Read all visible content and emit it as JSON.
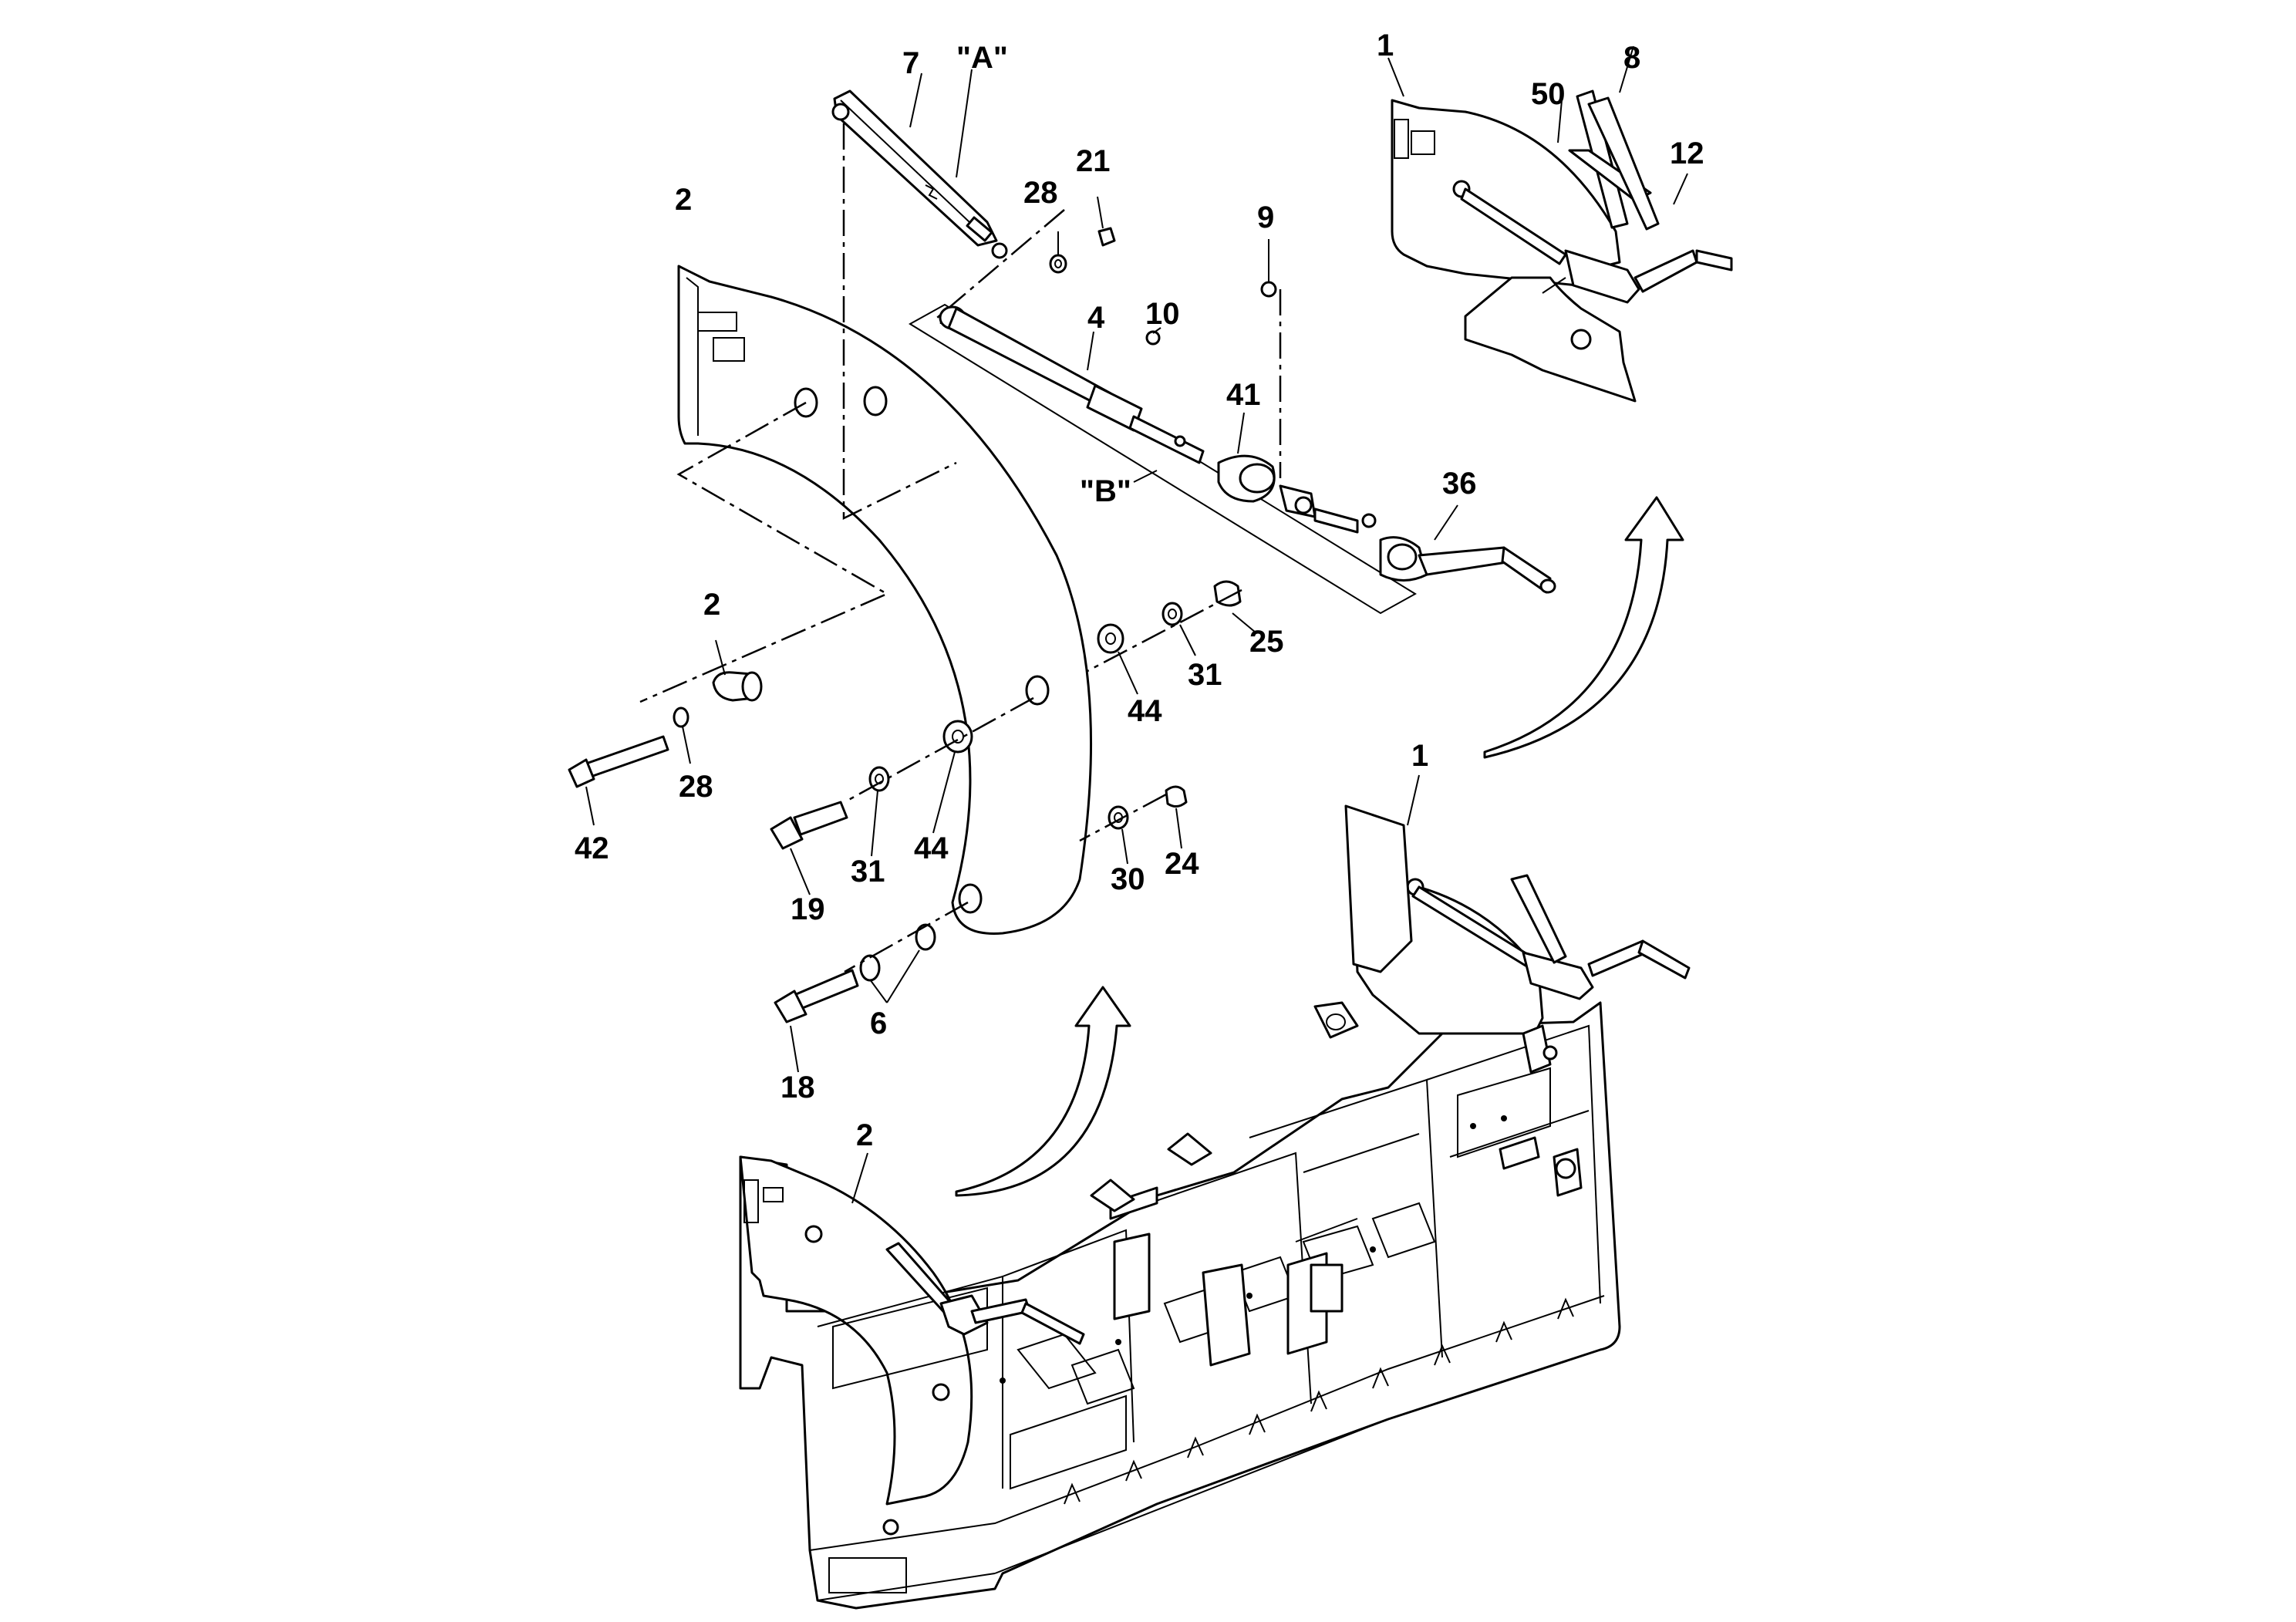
{
  "callouts": {
    "c_7": "7",
    "c_A": "\"A\"",
    "c_28a": "28",
    "c_21": "21",
    "c_2a": "2",
    "c_9": "9",
    "c_4": "4",
    "c_10": "10",
    "c_41": "41",
    "c_B": "\"B\"",
    "c_36": "36",
    "c_25": "25",
    "c_31a": "31",
    "c_44a": "44",
    "c_2b": "2",
    "c_28b": "28",
    "c_42": "42",
    "c_19": "19",
    "c_31b": "31",
    "c_44b": "44",
    "c_30": "30",
    "c_24": "24",
    "c_6": "6",
    "c_18": "18",
    "c_1a": "1",
    "c_8": "8",
    "c_50": "50",
    "c_12": "12",
    "c_1b": "1",
    "c_2c": "2"
  }
}
